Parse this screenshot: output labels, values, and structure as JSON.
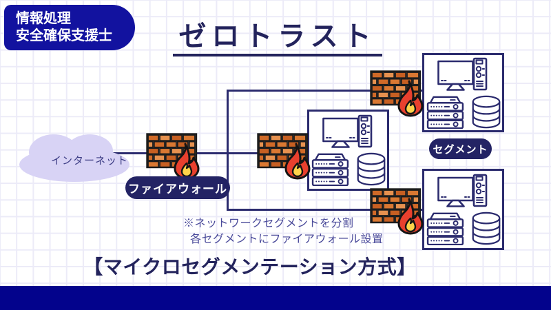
{
  "header": {
    "badge_line1": "情報処理",
    "badge_line2": "安全確保支援士",
    "title": "ゼロトラスト"
  },
  "diagram": {
    "internet_label": "インターネット",
    "firewall_label": "ファイアウォール",
    "segment_label": "セグメント",
    "note_line1": "※ネットワークセグメントを分割",
    "note_line2": "各セグメントにファイアウォール設置"
  },
  "footer": {
    "method_title": "【マイクロセグメンテーション方式】"
  },
  "icons": {
    "cloud": "cloud-icon",
    "firewall": "firewall-brick-flame-icon",
    "desktop": "desktop-computer-icon",
    "server": "server-rack-icon",
    "database": "database-icon"
  },
  "colors": {
    "badge_blue": "#12129f",
    "footer_blue": "#03038c",
    "ink_navy": "#23235c",
    "line_navy": "#2b2b6e",
    "pill_navy": "#232364",
    "cloud_lavender": "#d8d3f5",
    "note_text": "#4a4a9a",
    "brick_orange": "#d06a28",
    "flame_red": "#e8402e",
    "flame_yellow": "#ffd34a",
    "grid_line": "#ecebf8"
  }
}
